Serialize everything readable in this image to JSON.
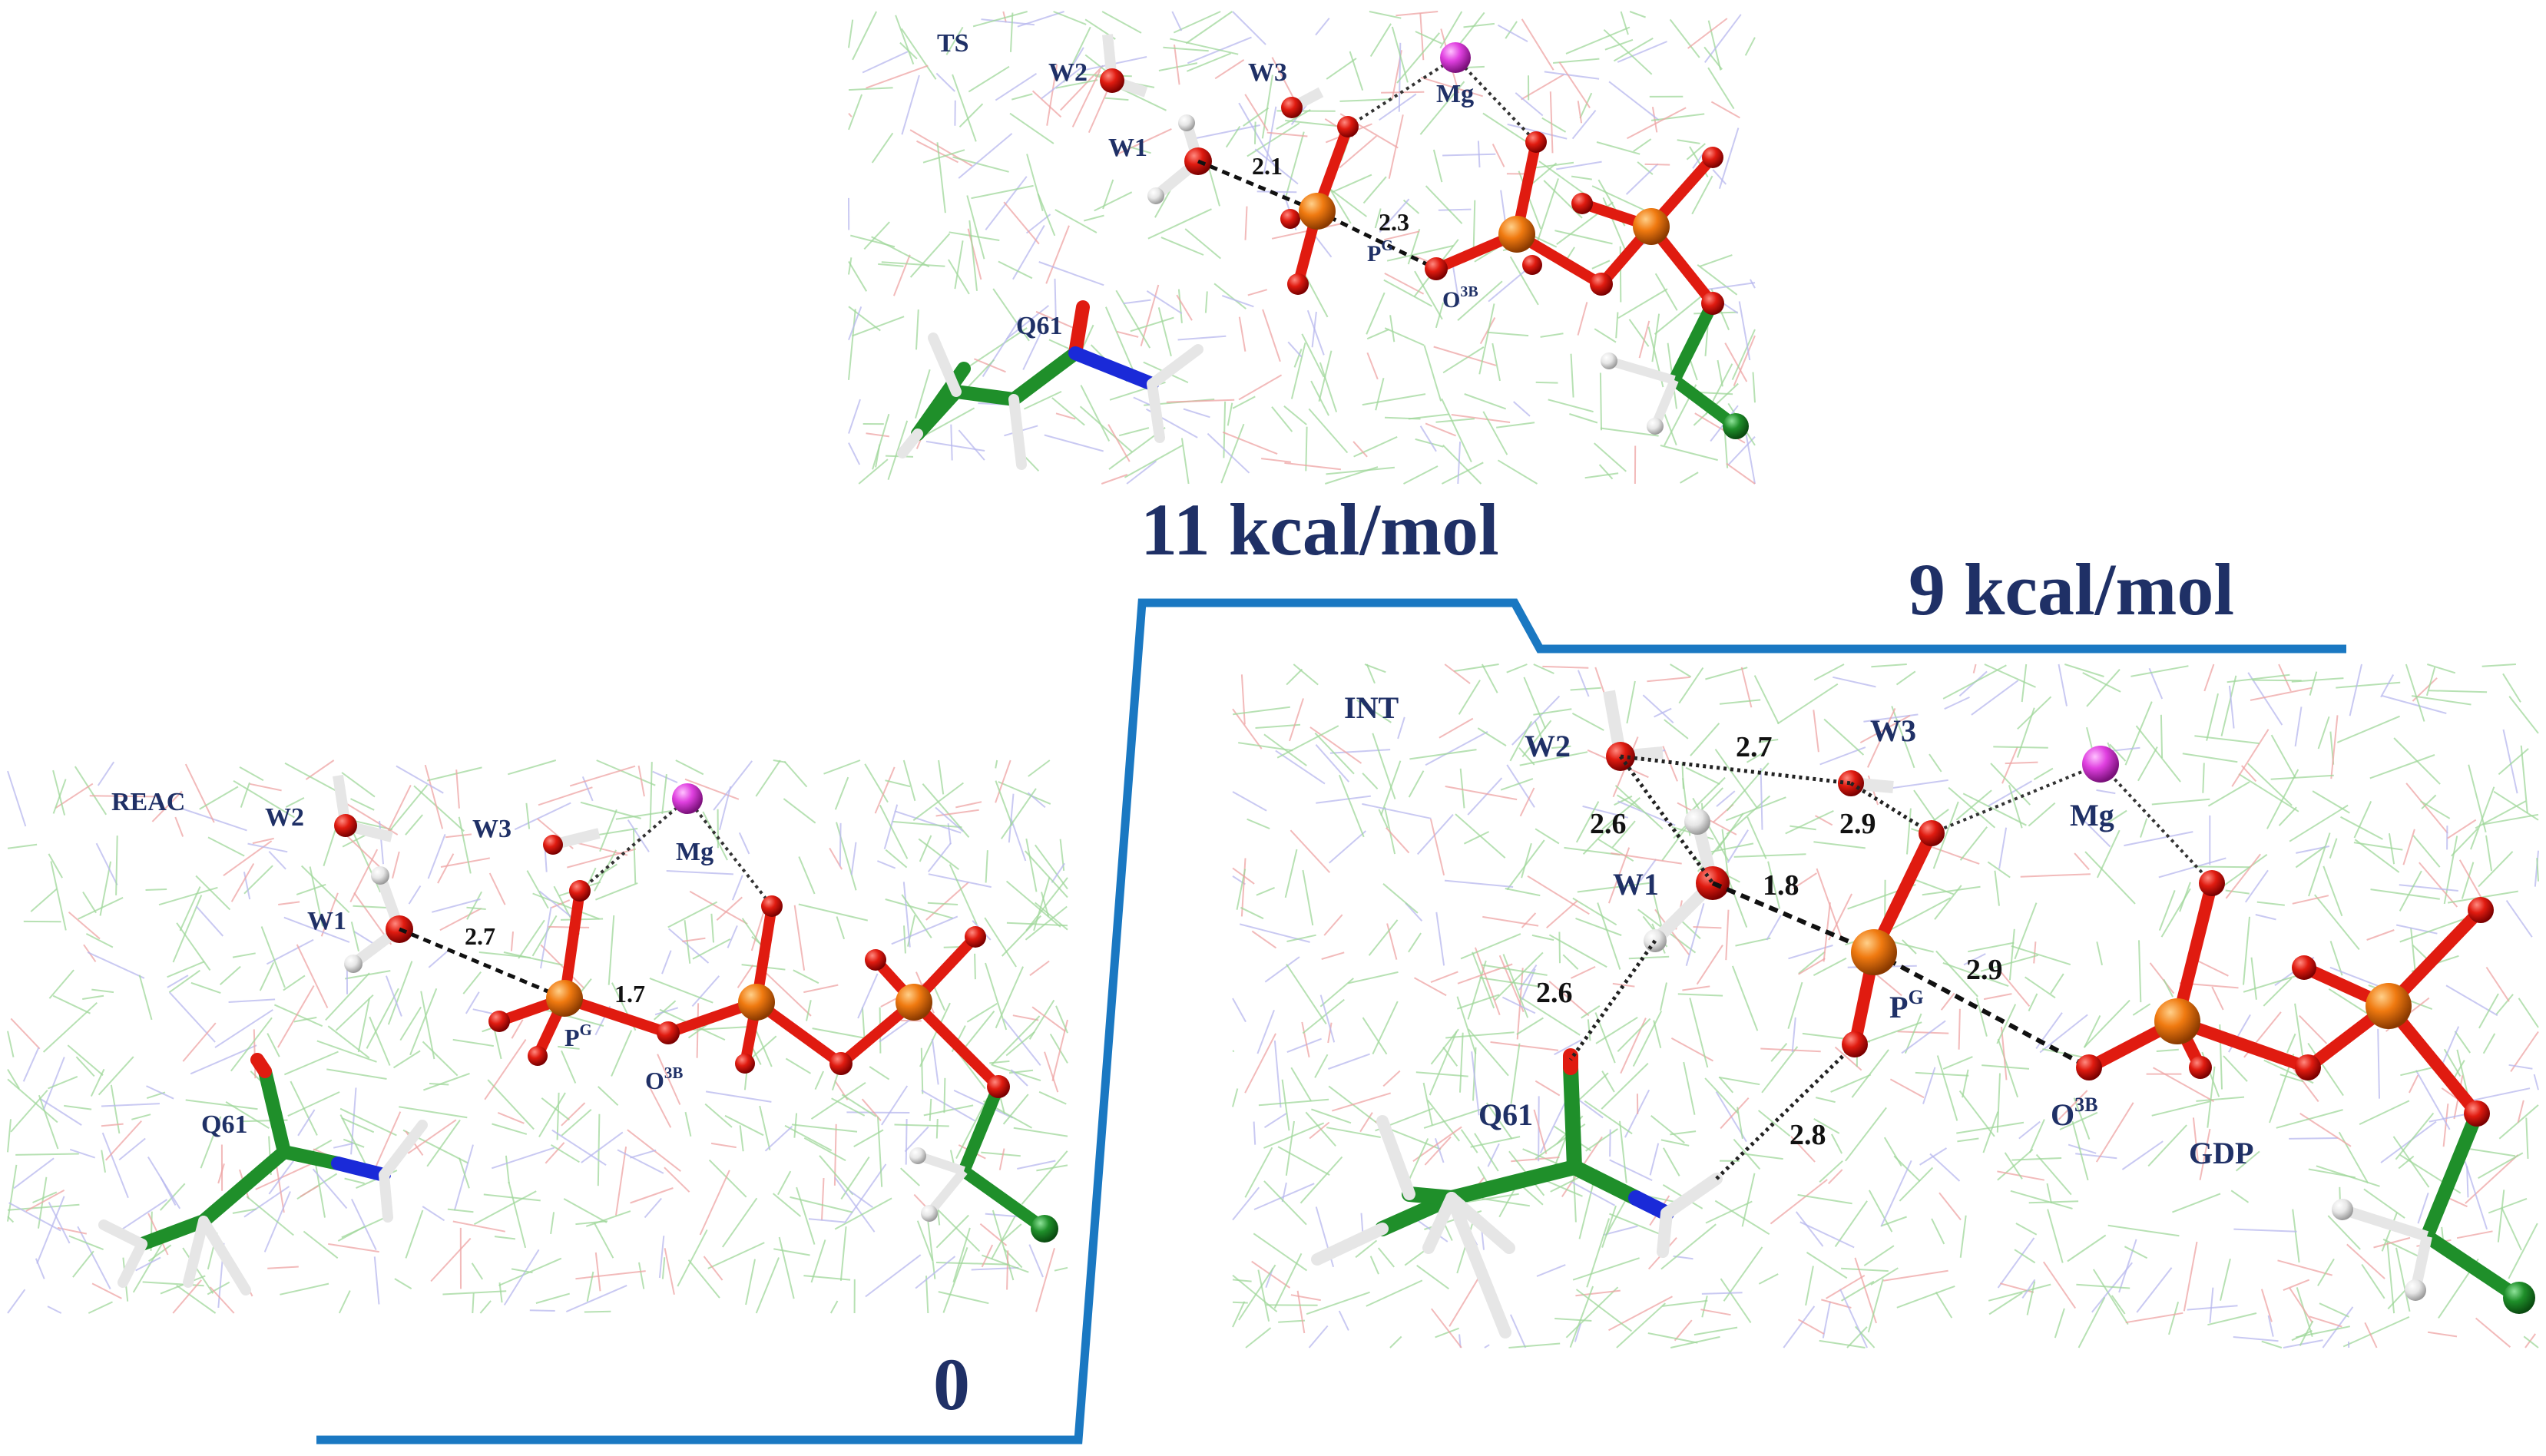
{
  "energies": {
    "reac": "0",
    "ts": "11 kcal/mol",
    "int": "9 kcal/mol"
  },
  "colors": {
    "profile_line": "#1a78c2",
    "label_text": "#1f3066",
    "oxygen": "#e01b10",
    "phosphorus": "#f07a10",
    "magnesium": "#e040e0",
    "carbon": "#1f8f2a",
    "nitrogen": "#1a2ad8",
    "hydrogen": "#e6e6e6"
  },
  "panels": {
    "ts": {
      "state_label": "TS",
      "labels": {
        "w1": "W1",
        "w2": "W2",
        "w3": "W3",
        "mg": "Mg",
        "pg_base": "P",
        "pg_sup": "G",
        "o3b_base": "O",
        "o3b_sup": "3B",
        "q61": "Q61"
      },
      "distances": {
        "w1_pg": "2.1",
        "pg_o3b": "2.3"
      }
    },
    "reac": {
      "state_label": "REAC",
      "labels": {
        "w1": "W1",
        "w2": "W2",
        "w3": "W3",
        "mg": "Mg",
        "pg_base": "P",
        "pg_sup": "G",
        "o3b_base": "O",
        "o3b_sup": "3B",
        "q61": "Q61"
      },
      "distances": {
        "w1_pg": "2.7",
        "pg_o3b": "1.7"
      }
    },
    "int": {
      "state_label": "INT",
      "labels": {
        "w1": "W1",
        "w2": "W2",
        "w3": "W3",
        "mg": "Mg",
        "pg_base": "P",
        "pg_sup": "G",
        "o3b_base": "O",
        "o3b_sup": "3B",
        "q61": "Q61",
        "gdp": "GDP"
      },
      "distances": {
        "w2_w3": "2.7",
        "w2_w1": "2.6",
        "w3_o": "2.9",
        "w1_pg": "1.8",
        "pg_o3b": "2.9",
        "w1_q61": "2.6",
        "q61_o": "2.8"
      }
    }
  }
}
